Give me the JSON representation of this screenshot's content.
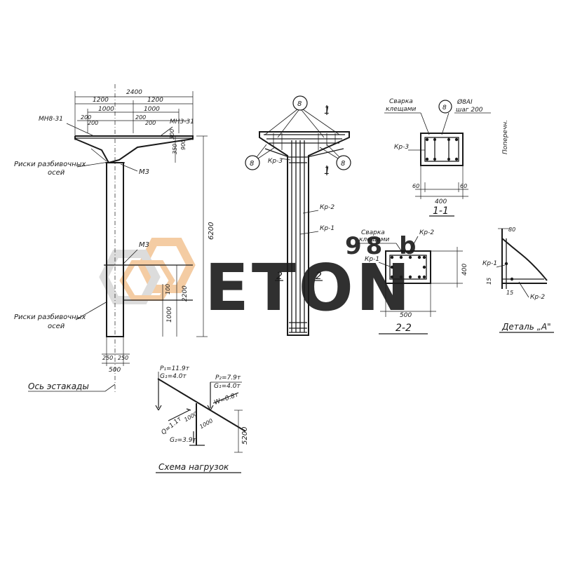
{
  "colors": {
    "line": "#1a1a1a",
    "watermark_orange": "#f3c79a",
    "watermark_gray": "#d9d9d9"
  },
  "watermark": {
    "brand": "ETON",
    "tag": "98 b"
  },
  "elevation": {
    "dim_top": "2400",
    "dim_half_left": "1200",
    "dim_half_right": "1200",
    "dim_inner_left": "1000",
    "dim_inner_right": "1000",
    "dim_edge_left": "200",
    "dim_edge_left2": "200",
    "dim_edge_right": "200",
    "dim_edge_right2": "200",
    "plate_left": "МН8-31",
    "plate_right": "МН3-31",
    "marks_axes_top": "Риски разбивочных",
    "marks_axes_top2": "осей",
    "m3_top": "М3",
    "m3_mid": "М3",
    "dim_head_300": "300",
    "dim_head_350": "350",
    "dim_head_900": "900",
    "dim_total_height": "6200",
    "dim_2200": "2200",
    "dim_1000": "1000",
    "dim_100": "100",
    "marks_axes_bot": "Риски разбивочных",
    "marks_axes_bot2": "осей",
    "dim_250_left": "250",
    "dim_250_right": "250",
    "dim_500": "500",
    "trestle_axis": "Ось эстакады"
  },
  "rebar": {
    "callout_top": "8",
    "callout_left": "8",
    "callout_right": "8",
    "kr3": "Кр-3",
    "kr2": "Кр-2",
    "kr1": "Кр-1",
    "cut1_left": "1",
    "cut1_right": "1",
    "cut2_left": "2",
    "cut2_right": "2"
  },
  "section11": {
    "weld": "Сварка",
    "weld2": "клещами",
    "callout": "8",
    "bar_spec": "Ø8AI",
    "bar_step": "шаг 200",
    "kr3": "Кр-3",
    "cross": "Поперечн.",
    "dim_60_left": "60",
    "dim_60_right": "60",
    "dim_400": "400",
    "title": "1-1"
  },
  "section22": {
    "weld": "Сварка",
    "weld2": "клещами",
    "kr2": "Кр-2",
    "kr1": "Кр-1",
    "dim_400": "400",
    "dim_500": "500",
    "title": "2-2"
  },
  "detailA": {
    "dim_80": "80",
    "kr1": "Кр-1",
    "dim_15": "15",
    "dim_15b": "15",
    "kr2": "Кр-2",
    "title": "Деталь „А\""
  },
  "loads": {
    "p1": "P₁=11.9т",
    "g1": "G₁=4.0т",
    "p2": "P₂=7.9т",
    "g1b": "G₁=4.0т",
    "w": "W=0.8т",
    "q": "Q=1.1т",
    "dim_1000a": "1000",
    "dim_1000b": "1000",
    "g2": "G₂=3.9т",
    "dim_5200": "5200",
    "title": "Схема нагрузок"
  }
}
